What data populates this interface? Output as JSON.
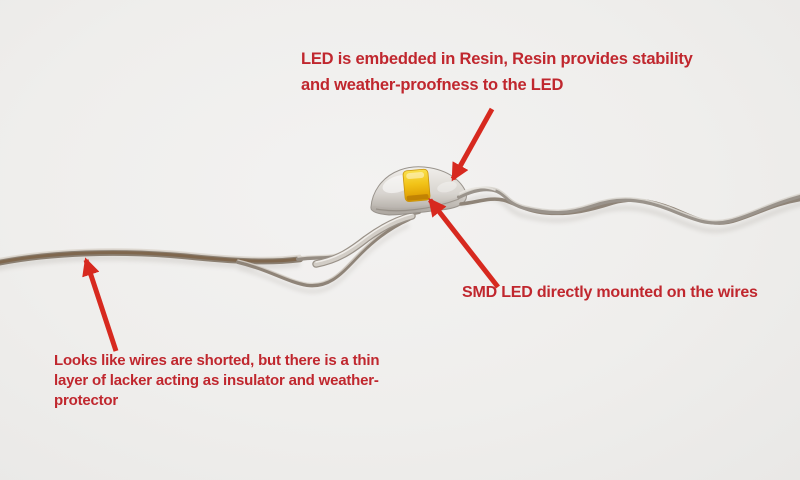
{
  "scene": {
    "background_color": "#efeeec",
    "subject": "LED fairy light wire close-up photo with annotations"
  },
  "annotations": {
    "resin": {
      "lines": [
        "LED is embedded in Resin, Resin provides stability",
        "and weather-proofness to the LED"
      ]
    },
    "smd": {
      "text": "SMD LED directly mounted on the wires"
    },
    "lacquer": {
      "lines": [
        "Looks like wires are shorted, but there is a thin",
        "layer of lacker acting as insulator and weather-",
        "protector"
      ]
    }
  },
  "colors": {
    "annotation_text": "#c0272e",
    "arrow": "#d7291f",
    "led_yellow": "#f2c318",
    "led_amber": "#d89a02",
    "resin_light": "#eceae6",
    "resin_shade": "#aaa49d",
    "wire_silver": "#9a938b",
    "wire_brown": "#7c6146",
    "wire_highlight": "#ddd7cf",
    "background": "#efeeec"
  }
}
